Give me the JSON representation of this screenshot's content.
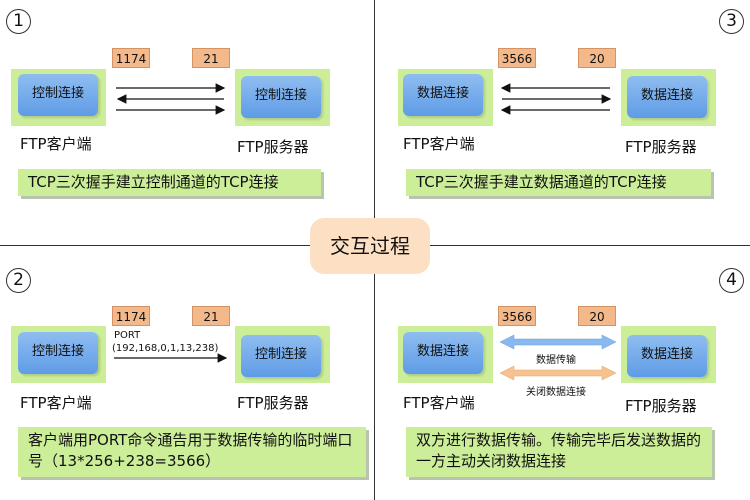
{
  "center_title": "交互过程",
  "quadrants": [
    {
      "number": "1",
      "client_box": "控制连接",
      "server_box": "控制连接",
      "client_label": "FTP客户端",
      "server_label": "FTP服务器",
      "client_port": "1174",
      "server_port": "21",
      "description": "TCP三次握手建立控制通道的TCP连接"
    },
    {
      "number": "3",
      "client_box": "数据连接",
      "server_box": "数据连接",
      "client_label": "FTP客户端",
      "server_label": "FTP服务器",
      "client_port": "3566",
      "server_port": "20",
      "description": "TCP三次握手建立数据通道的TCP连接"
    },
    {
      "number": "2",
      "client_box": "控制连接",
      "server_box": "控制连接",
      "client_label": "FTP客户端",
      "server_label": "FTP服务器",
      "client_port": "1174",
      "server_port": "21",
      "port_cmd_line1": "PORT",
      "port_cmd_line2": "(192,168,0,1,13,238)",
      "description": "客户端用PORT命令通告用于数据传输的临时端口号（13*256+238=3566）"
    },
    {
      "number": "4",
      "client_box": "数据连接",
      "server_box": "数据连接",
      "client_label": "FTP客户端",
      "server_label": "FTP服务器",
      "client_port": "3566",
      "server_port": "20",
      "transfer_label": "数据传输",
      "close_label": "关闭数据连接",
      "description": "双方进行数据传输。传输完毕后发送数据的一方主动关闭数据连接"
    }
  ],
  "colors": {
    "green": "#ccee99",
    "blue_box": "#6fa8ea",
    "port_box": "#f4b98a",
    "center_box": "#fde0c4",
    "transfer_arrow": "#8ab8f0",
    "close_arrow": "#f7c28f"
  }
}
